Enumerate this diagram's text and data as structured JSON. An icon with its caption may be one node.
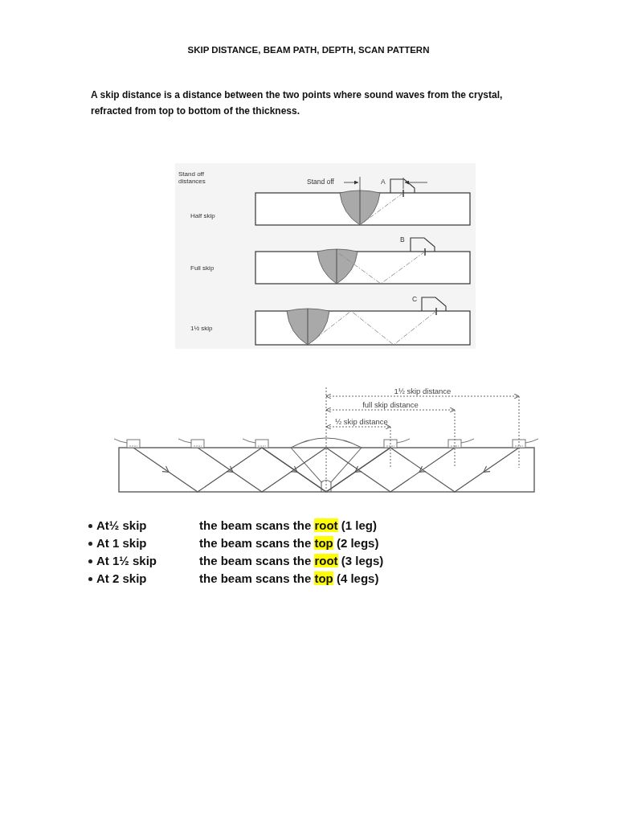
{
  "diagram": {
    "title": "SKIP DISTANCE, BEAM PATH, DEPTH, SCAN PATTERN",
    "labels": [
      "A skip distance is a distance between the two points where sound waves from the crystal, refracted from top to bottom of the thickness.",
      "Stand off distances",
      "Stand off",
      "A",
      "Half skip",
      "B",
      "Full skip",
      "C",
      "1½ skip",
      "1½ skip distance",
      "full skip distance",
      "½ skip distance",
      "At½ skip",
      "the beam scans the root (1 leg)",
      "At 1 skip",
      "the beam scans the top (2 legs)",
      "At 1½ skip",
      "the beam scans the root (3 legs)",
      "At 2 skip",
      "the beam scans the top (4 legs)"
    ]
  }
}
